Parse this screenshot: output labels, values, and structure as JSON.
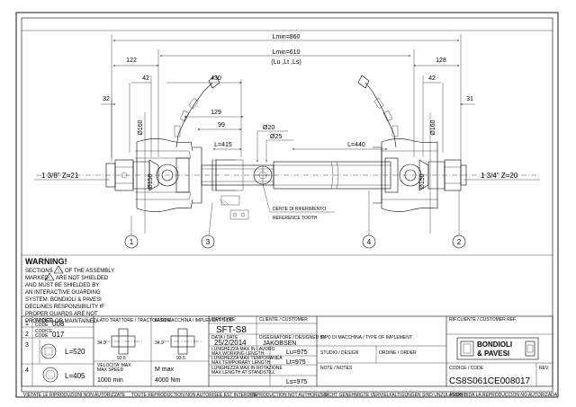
{
  "dims": {
    "lmin_total": "Lmin=860",
    "lmin": "Lmin=610",
    "lmin_sub": "(Lu ,Lt ,Ls)",
    "left_end": "122",
    "right_end": "128",
    "d430": "430",
    "d129": "129",
    "d99": "99",
    "l415": "L=415",
    "l440": "L=440",
    "phi20": "Ø20",
    "phi25": "Ø25",
    "d42_left": "42",
    "d42_right": "42",
    "d32": "32",
    "d31": "31",
    "phi160_left": "Ø160",
    "phi160_right": "Ø160",
    "phi150_left": "Ø150",
    "phi150_right": "Ø150",
    "spline_left": "1 3/8\" Z=21",
    "spline_right": "1 3/4\" Z=20",
    "ref_tooth_it": "DENTE DI RIFERIMENTO",
    "ref_tooth_en": "REFERENCE TOOTH"
  },
  "callouts": [
    "1",
    "3",
    "4",
    "2"
  ],
  "warning": {
    "title": "WARNING!",
    "lines": [
      "SECTIONS",
      "OF THE ASSEMBLY",
      "MARKED",
      "ARE NOT SHIELDED",
      "AND MUST BE SHIELDED BY",
      "AN INTERACTIVE GUARDING",
      "SYSTEM. BONDIOLI & PAVESI",
      "DECLINES RESPONSIBILITY IF",
      "PROPER GUARDS ARE NOT",
      "PROVIDED OR MAINTAINED."
    ]
  },
  "parts": [
    {
      "num": "1",
      "l1": "CODICE",
      "l2": "CODE",
      "value": "008"
    },
    {
      "num": "2",
      "l1": "CODICE",
      "l2": "CODE",
      "value": "017"
    },
    {
      "num": "3",
      "value": "L=520"
    },
    {
      "num": "4",
      "value": "L=405"
    }
  ],
  "joints": {
    "label_1": "LATO TRATTORE / TRACTOR SIDE",
    "label_2": "LATO MACCHINA / IMPLEMENT SIDE",
    "dim_a1": "34.9",
    "dim_b1": "93.5",
    "dim_a2": "34.9",
    "dim_b2": "93.5"
  },
  "speed": {
    "label_a": "VELOCITA' MAX",
    "label_b": "MAX SPEED",
    "value": "1000 min",
    "torque_label": "M max",
    "torque": "4000 Nm"
  },
  "title_block": {
    "tipo_label": "TIPO/TYPE",
    "tipo": "SFT-S8",
    "data_label": "DATA / DATE",
    "data": "25/2/2014",
    "cliente_label": "CLIENTE / CUSTOMER",
    "disegnatore_label": "DISEGNATORE / DESIGNED BY",
    "disegnatore": "JAKOBSEN",
    "len_work_a": "LUNGHEZZA MAX IN LAVORO",
    "len_work_b": "MAX WORKING LENGTH",
    "lu": "Lu=975",
    "len_temp_a": "LUNGHEZZA MAX TEMPORANEA",
    "len_temp_b": "MAX TEMPORARY LENGTH",
    "lt": "Lt=975",
    "len_stat_a": "LUNGHEZZA MAX IN ROTAZIONE",
    "len_stat_b": "MAX LENGTH AT STANDSTILL",
    "ls": "Ls=975",
    "tipo_macchina": "TIPO DI MACCHINA / TYPE OF IMPLEMENT",
    "studio": "STUDIO / DESIGN",
    "ordine": "ORDINE / ORDER",
    "note": "NOTE / NOTES",
    "rif_cliente": "RIF.CLIENTE / CUSTOMER REF.",
    "brand_1": "BONDIOLI",
    "brand_2": "& PAVESI",
    "codice_label": "CODICE / CODE",
    "rev_label": "REV.",
    "codice": "CS8S061CE008017"
  },
  "footer": [
    "VIETATE LE RIPRODUZIONI NON AUTORIZZATE",
    "TOUTE REPRODUCTION NON AUTORISEE EST INTERDITE",
    "REPRODUCTION NOT AUTHORIZED",
    "NICHT GENEHMIGTE VERVIELFALTIGUNGEN SIND UNZULASSIG",
    "PROHIBIDA LA REPRODUCCION NO AUTORIZADA"
  ]
}
